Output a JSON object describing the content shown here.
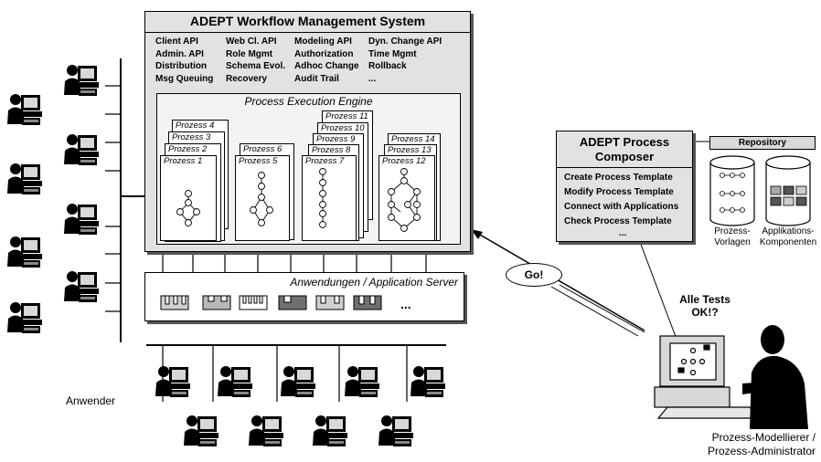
{
  "wfms": {
    "title": "ADEPT Workflow Management System",
    "apis": [
      [
        "Client API",
        "Web Cl. API",
        "Modeling API",
        "Dyn. Change API"
      ],
      [
        "Admin. API",
        "Role Mgmt",
        "Authorization",
        "Time Mgmt"
      ],
      [
        "Distribution",
        "Schema Evol.",
        "Adhoc Change",
        "Rollback"
      ],
      [
        "Msg Queuing",
        "Recovery",
        "Audit Trail",
        "..."
      ]
    ],
    "engine_title": "Process Execution Engine",
    "stacks": [
      [
        "Prozess 4",
        "Prozess 3",
        "Prozess 2",
        "Prozess 1"
      ],
      [
        "Prozess 6",
        "Prozess 5"
      ],
      [
        "Prozess 11",
        "Prozess 10",
        "Prozess 9",
        "Prozess 8",
        "Prozess 7"
      ],
      [
        "Prozess 14",
        "Prozess 13",
        "Prozess 12"
      ]
    ]
  },
  "app_server": {
    "label": "Anwendungen / Application Server",
    "ellipsis": "...",
    "component_colors": [
      "#d0d0d0",
      "#b8b8b8",
      "#ffffff",
      "#707070",
      "#d0d0d0",
      "#707070"
    ]
  },
  "composer": {
    "title_line1": "ADEPT Process",
    "title_line2": "Composer",
    "operations": [
      "Create Process Template",
      "Modify Process Template",
      "Connect with Applications",
      "Check Process Template",
      "..."
    ]
  },
  "repository": {
    "title": "Repository",
    "db1_label_line1": "Prozess-",
    "db1_label_line2": "Vorlagen",
    "db2_label_line1": "Applikations-",
    "db2_label_line2": "Komponenten"
  },
  "go_label": "Go!",
  "alle_tests_line1": "Alle Tests",
  "alle_tests_line2": "OK!?",
  "anwender_label": "Anwender",
  "admin_line1": "Prozess-Modellierer /",
  "admin_line2": "Prozess-Administrator"
}
